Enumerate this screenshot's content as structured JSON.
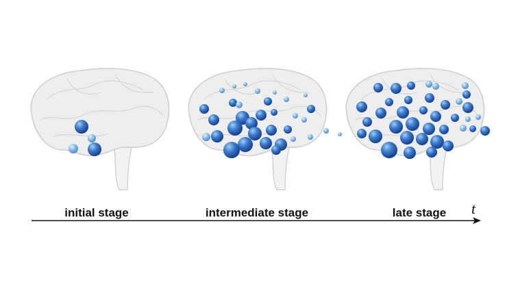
{
  "colors": {
    "node_dark": "#1f4fa3",
    "node_mid": "#3b78c8",
    "node_light": "#7fb8e6",
    "brain_fill": "#eeeeee",
    "brain_stroke": "#cfcfcf",
    "arrow": "#111111"
  },
  "timeline": {
    "axis_label": "t",
    "stages": [
      {
        "label": "initial stage"
      },
      {
        "label": "intermediate stage"
      },
      {
        "label": "late stage"
      }
    ]
  }
}
